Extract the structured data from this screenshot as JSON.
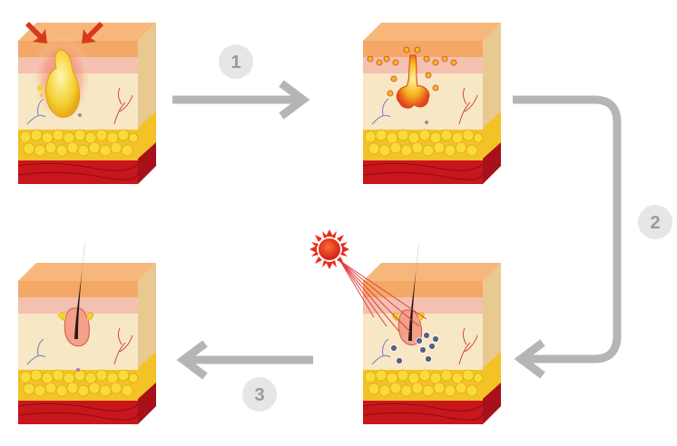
{
  "steps": [
    {
      "number": "1"
    },
    {
      "number": "2"
    },
    {
      "number": "3"
    }
  ],
  "colors": {
    "arrow": "#b5b5b5",
    "badge": "#e6e6e6",
    "badge_text": "#9a9a9a",
    "skin_top": "#f3a868",
    "epidermis": "#f4c0b0",
    "dermis": "#f8e7c5",
    "fat": "#f7d020",
    "muscle": "#c8161d",
    "sun": "#e62d1f",
    "hair": "#2a1a14",
    "sebum": "#f5d030",
    "inflammation": "#f08060",
    "bacteria": "#5a6080"
  },
  "icons": [
    "pressure-arrows-icon",
    "sun-icon",
    "hair-icon"
  ]
}
